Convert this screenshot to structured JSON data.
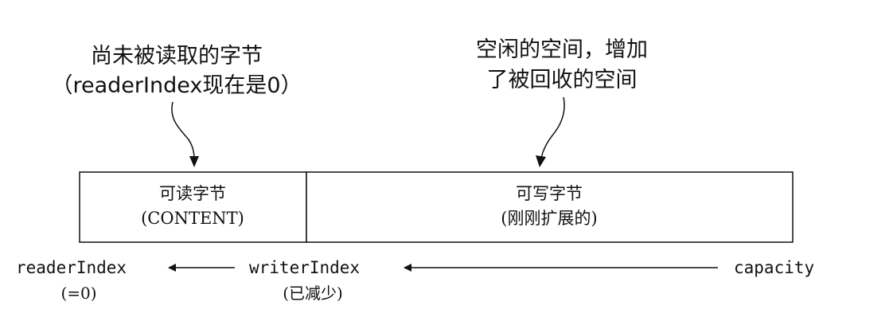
{
  "annotations": {
    "left": {
      "line1": "尚未被读取的字节",
      "line2": "（readerIndex现在是0）"
    },
    "right": {
      "line1": "空闲的空间，增加",
      "line2": "了被回收的空间"
    }
  },
  "segments": {
    "readable": {
      "line1": "可读字节",
      "line2": "(CONTENT)"
    },
    "writable": {
      "line1": "可写字节",
      "line2": "(刚刚扩展的)"
    }
  },
  "indices": {
    "reader": {
      "label": "readerIndex",
      "note": "(=0)"
    },
    "writer": {
      "label": "writerIndex",
      "note": "(已减少)"
    },
    "capacity": {
      "label": "capacity"
    }
  }
}
